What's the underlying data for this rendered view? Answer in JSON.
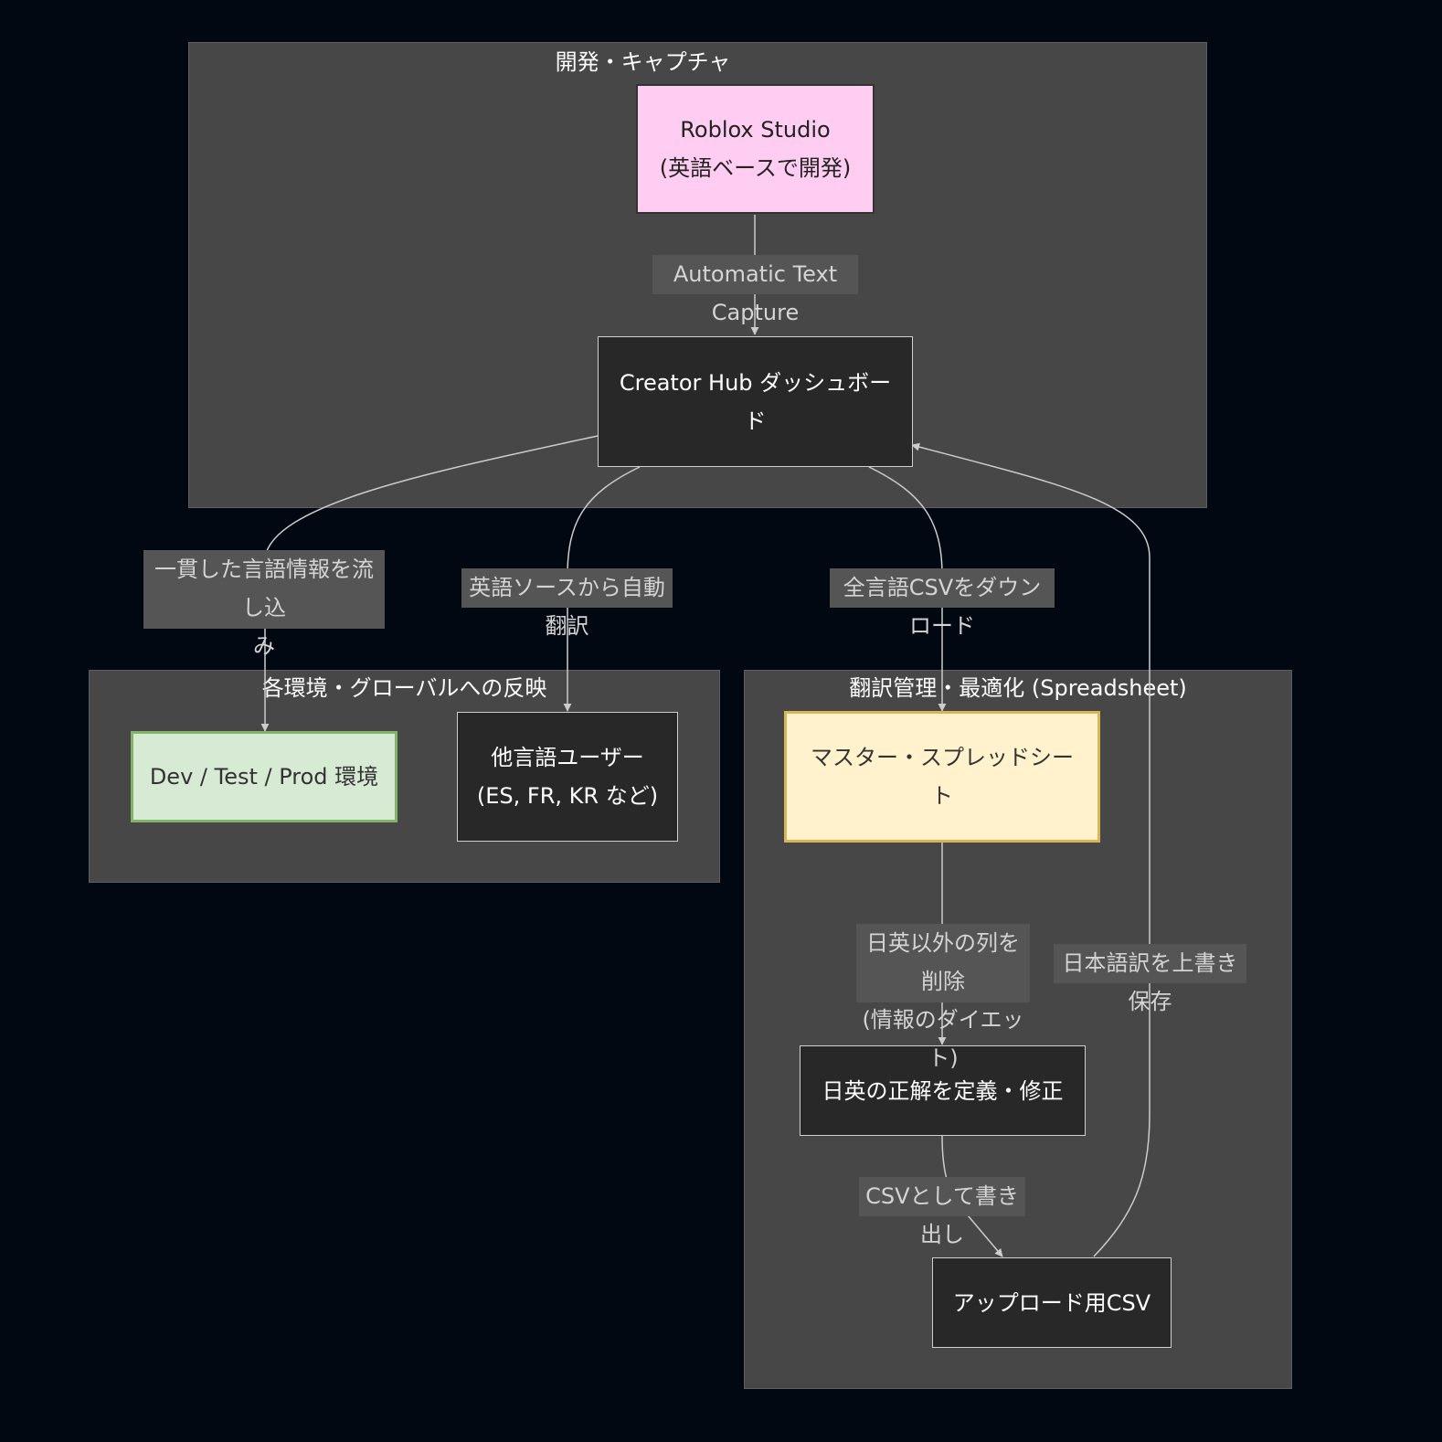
{
  "clusters": {
    "capture": {
      "title": "開発・キャプチャ"
    },
    "deploy": {
      "title": "各環境・グローバルへの反映"
    },
    "manage": {
      "title": "翻訳管理・最適化 (Spreadsheet)"
    }
  },
  "nodes": {
    "studio": "Roblox Studio\n(英語ベースで開発)",
    "dashboard": "Creator Hub ダッシュボー\nド",
    "env": "Dev / Test / Prod 環境",
    "users": "他言語ユーザー\n(ES, FR, KR など)",
    "master": "マスター・スプレッドシー\nト",
    "define": "日英の正解を定義・修正",
    "upload": "アップロード用CSV"
  },
  "edges": {
    "capture": "Automatic Text Capture",
    "stream": "一貫した言語情報を流し込\nみ",
    "auto_translate": "英語ソースから自動翻訳",
    "download": "全言語CSVをダウンロード",
    "diet": "日英以外の列を削除\n(情報のダイエット)",
    "overwrite": "日本語訳を上書き保存",
    "export": "CSVとして書き出し"
  },
  "colors": {
    "background": "#020812",
    "cluster_fill": "#474747",
    "node_dark": "#282828",
    "node_pink": "#ffccf2",
    "node_green": "#d7ead4",
    "node_yellow": "#fff2cc",
    "edge_stroke": "#cccccc",
    "edge_label_bg": "#555555"
  }
}
